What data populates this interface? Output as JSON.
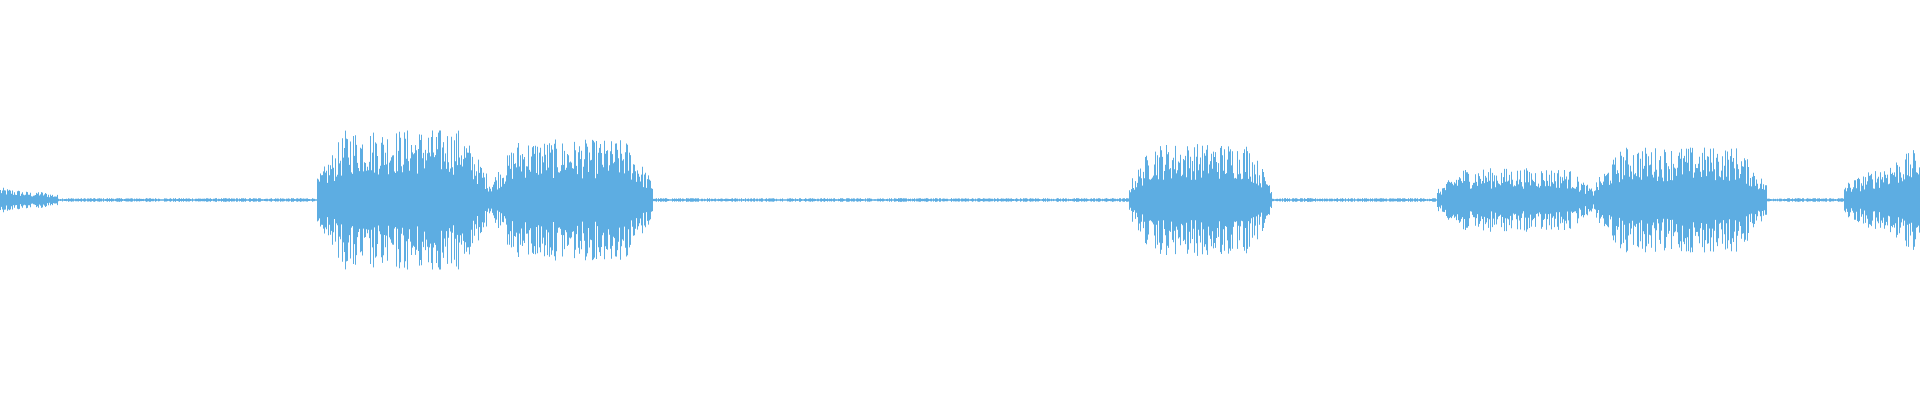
{
  "waveform": {
    "color": "#5dade2",
    "background": "#ffffff",
    "segments": [
      {
        "start": 0.0,
        "end": 0.03,
        "amplitude": 0.18,
        "shape": "fade-out"
      },
      {
        "start": 0.165,
        "end": 0.255,
        "amplitude": 1.0,
        "shape": "sustain"
      },
      {
        "start": 0.255,
        "end": 0.34,
        "amplitude": 0.85,
        "shape": "sustain"
      },
      {
        "start": 0.588,
        "end": 0.662,
        "amplitude": 0.8,
        "shape": "sustain"
      },
      {
        "start": 0.748,
        "end": 0.83,
        "amplitude": 0.45,
        "shape": "sustain"
      },
      {
        "start": 0.83,
        "end": 0.92,
        "amplitude": 0.75,
        "shape": "sustain"
      },
      {
        "start": 0.96,
        "end": 1.0,
        "amplitude": 0.75,
        "shape": "fade-in"
      }
    ],
    "noise_floor": 0.02
  }
}
